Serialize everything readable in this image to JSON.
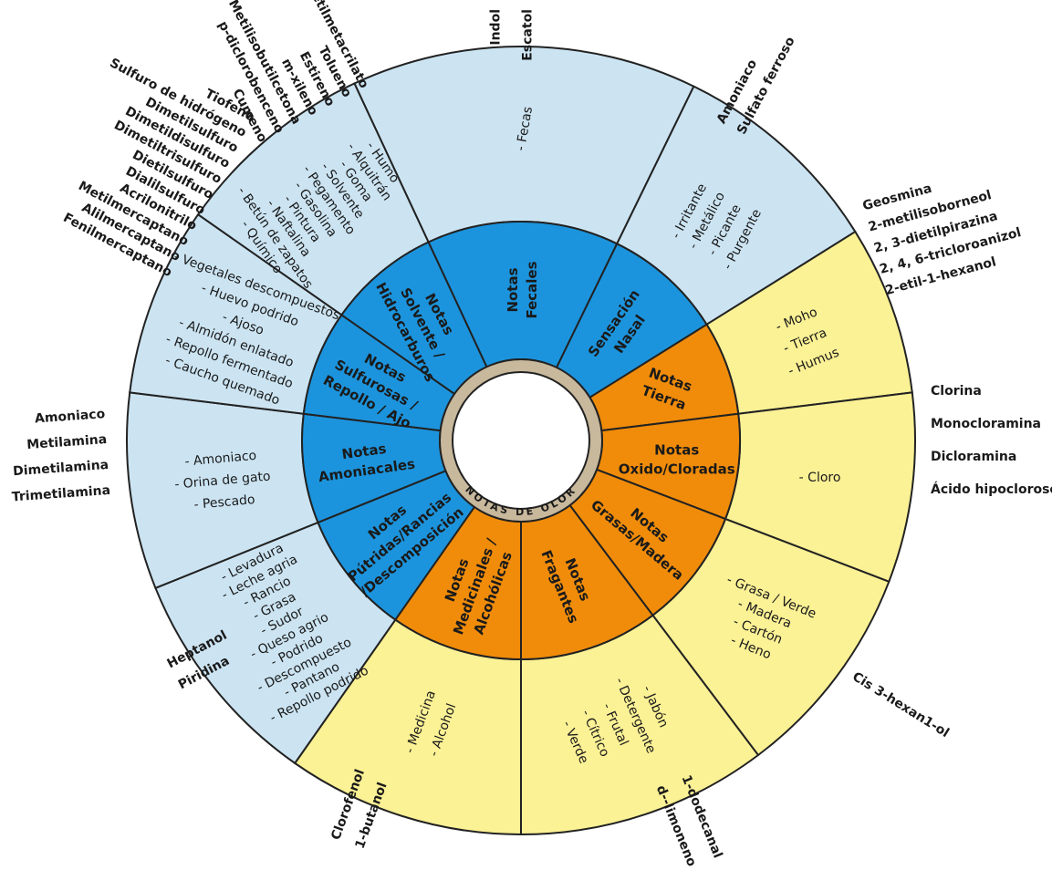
{
  "center_label": "NOTAS DE OLOR",
  "colors": {
    "inner_blue": "#1c94dd",
    "inner_orange": "#f08c0a",
    "outer_blue": "#cce4f2",
    "outer_yellow": "#fbf195",
    "hub_ring": "#c8b89c"
  },
  "sectors": [
    {
      "category": [
        "Notas",
        "Fecales"
      ],
      "descriptors": [
        "- Fecas"
      ],
      "compounds": [
        "Indol",
        "Escatol"
      ]
    },
    {
      "category": [
        "Sensación",
        "Nasal"
      ],
      "descriptors": [
        "- Irritante",
        "- Metálico",
        "- Picante",
        "- Purgente"
      ],
      "compounds": [
        "Amoniaco",
        "Sulfato ferroso"
      ]
    },
    {
      "category": [
        "Notas",
        "Tierra"
      ],
      "descriptors": [
        "- Moho",
        "- Tierra",
        "- Humus"
      ],
      "compounds": [
        "Geosmina",
        "2-metilisoborneol",
        "2, 3-dietilpirazina",
        "2, 4, 6-tricloroanizol",
        "2-etil-1-hexanol"
      ]
    },
    {
      "category": [
        "Notas",
        "Oxido/Cloradas"
      ],
      "descriptors": [
        "- Cloro"
      ],
      "compounds": [
        "Clorina",
        "Monocloramina",
        "Dicloramina",
        "Ácido hipocloroso"
      ]
    },
    {
      "category": [
        "Notas",
        "Grasas/Madera"
      ],
      "descriptors": [
        "- Grasa / Verde",
        "- Madera",
        "- Cartón",
        "- Heno"
      ],
      "compounds": [
        "Cis 3-hexan1-ol"
      ]
    },
    {
      "category": [
        "Notas",
        "Fragantes"
      ],
      "descriptors": [
        "- Jabón",
        "- Detergente",
        "- Frutal",
        "- Cítrico",
        "- Verde"
      ],
      "compounds": [
        "1-dodecanal",
        "d--limoneno"
      ]
    },
    {
      "category": [
        "Notas",
        "Medicinales /",
        "Alcohólicas"
      ],
      "descriptors": [
        "- Medicina",
        "- Alcohol"
      ],
      "compounds": [
        "Clorofenol",
        "1-butanol"
      ]
    },
    {
      "category": [
        "Notas",
        "Pútridas/Rancias",
        "/Descomposición"
      ],
      "descriptors": [
        "- Levadura",
        "- Leche agria",
        "- Rancio",
        "- Grasa",
        "- Sudor",
        "- Queso agrio",
        "- Podrido",
        "- Descompuesto",
        "- Pantano",
        "- Repollo podrido"
      ],
      "compounds": [
        "Heptanol",
        "Piridina"
      ]
    },
    {
      "category": [
        "Notas",
        "Amoniacales"
      ],
      "descriptors": [
        "- Amoniaco",
        "- Orina de gato",
        "- Pescado"
      ],
      "compounds": [
        "Amoniaco",
        "Metilamina",
        "Dimetilamina",
        "Trimetilamina"
      ]
    },
    {
      "category": [
        "Notas",
        "Sulfurosas /",
        "Repollo / Ajo"
      ],
      "descriptors": [
        "- Vegetales descompuestos",
        "- Huevo podrido",
        "- Ajoso",
        "- Almidón enlatado",
        "- Repollo fermentado",
        "- Caucho quemado"
      ],
      "compounds": [
        "Tiofeno",
        "Sulfuro de hidrógeno",
        "Dimetilsulfuro",
        "Dimetildisulfuro",
        "Dimetiltrisulfuro",
        "Dietilsulfuro",
        "Dialilsulfuro",
        "Acrilonitrilo",
        "Metilmercaptano",
        "Alilmercaptano",
        "Fenilmercaptano"
      ]
    },
    {
      "category": [
        "Notas",
        "Solvente /",
        "Hidrocarburos"
      ],
      "descriptors": [
        "- Humo",
        "- Alquitrán",
        "- Goma",
        "- Solvente",
        "- Pegamento",
        "- Gasolina",
        "- Pintura",
        "- Naftalina",
        "- Betún de zapatos",
        "- Químico"
      ],
      "compounds": [
        "Metilmetacrilato",
        "Tolueno",
        "Estireno",
        "m-xileno",
        "Metilisobutilcetona",
        "p-diclorobenceno",
        "Cumeno"
      ]
    }
  ]
}
